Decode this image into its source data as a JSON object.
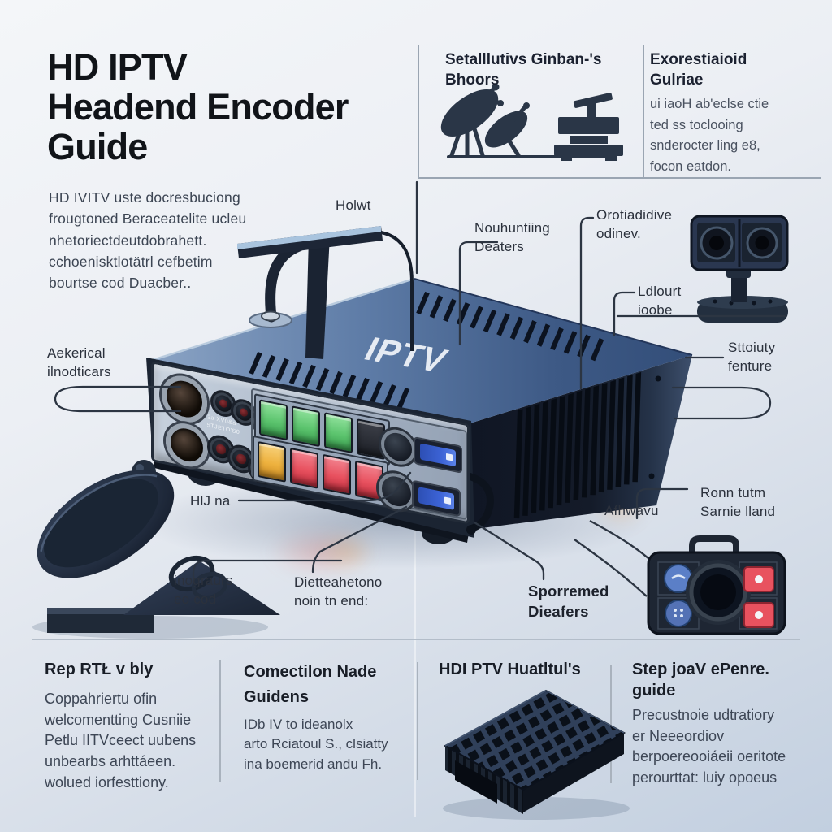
{
  "title_lines": [
    "HD IPTV",
    "Headend Encoder",
    "Guide"
  ],
  "intro_lines": [
    "HD IVITV uste docresbuciong",
    "frougtoned Beraceatelite ucleu",
    "nhetoriectdeutdobrahett.",
    "cchoenisktlotätrl cefbetim",
    "bourtse cod Duacber.."
  ],
  "header": {
    "satellite_heading": [
      "Setalllutivs Ginban-'s",
      "Bhoors"
    ],
    "guide_heading": [
      "Exorestiaioid",
      "Gulriae"
    ],
    "guide_body": [
      "ui iaoH ab'eclse ctie",
      "ted ss toclooing",
      "snderocter ling e8,",
      "focon eatdon."
    ]
  },
  "device": {
    "brand": "IPTV",
    "panel_text": [
      "2a XV0&a",
      "5TJETO'S0"
    ]
  },
  "callouts": {
    "holwt": {
      "text": "Holwt"
    },
    "mounting": {
      "text": [
        "Nouhuntiing",
        "Deaters"
      ]
    },
    "rotative": {
      "text": [
        "Orotiadidive",
        "odinev."
      ]
    },
    "layout": {
      "text": [
        "Ldlourt",
        "ioobe"
      ]
    },
    "stability": {
      "text": [
        "Sttoiuty",
        "fenture"
      ]
    },
    "aerial": {
      "text": [
        "Aekerical",
        "ilnodticars"
      ]
    },
    "hij": {
      "text": "HlJ na"
    },
    "inputs": {
      "text": [
        "inograurs",
        "eo cod"
      ]
    },
    "digital": {
      "text": [
        "Dietteahetono",
        "noin tn end:"
      ]
    },
    "sporremed": {
      "text": [
        "Sporremed",
        "Dieafers"
      ]
    },
    "afhwavu": {
      "text": "Afhwavu"
    },
    "ronn": {
      "text": [
        "Ronn tutm",
        "Sarnie lland"
      ]
    }
  },
  "bottom": {
    "sections": [
      {
        "heading": "Rep RTŁ v bly",
        "body": [
          "Coppahriertu ofin",
          "welcomentting Cusniie",
          "Petlu IITVceect uubens",
          "unbearbs arhttáeen.",
          "wolued iorfesttiony."
        ]
      },
      {
        "heading": [
          "Comectilon Nade",
          "Guidens"
        ],
        "body": [
          "IDb IV to ideanolx",
          "arto Rciatoul S., clsiatty",
          "ina boemerid andu Fh."
        ]
      },
      {
        "heading": "HDI PTV Huatltul's",
        "body": []
      },
      {
        "heading": [
          "Step joaV ePenre.",
          "guide"
        ],
        "body": [
          "Precustnoie udtratiory",
          "er Neeeordiov",
          "berpoereooiáeii oeritote",
          "perourttat: luiy opoeus"
        ]
      }
    ]
  },
  "colors": {
    "device_navy": "#1d2636",
    "panel_grey": "#aebcd0",
    "button_green": "#5cc46e",
    "button_red": "#e8515f",
    "button_yellow": "#eeb23f",
    "display_blue": "#3c63d6",
    "icon_navy": "#2a3647",
    "callout_line": "#2c3542"
  }
}
